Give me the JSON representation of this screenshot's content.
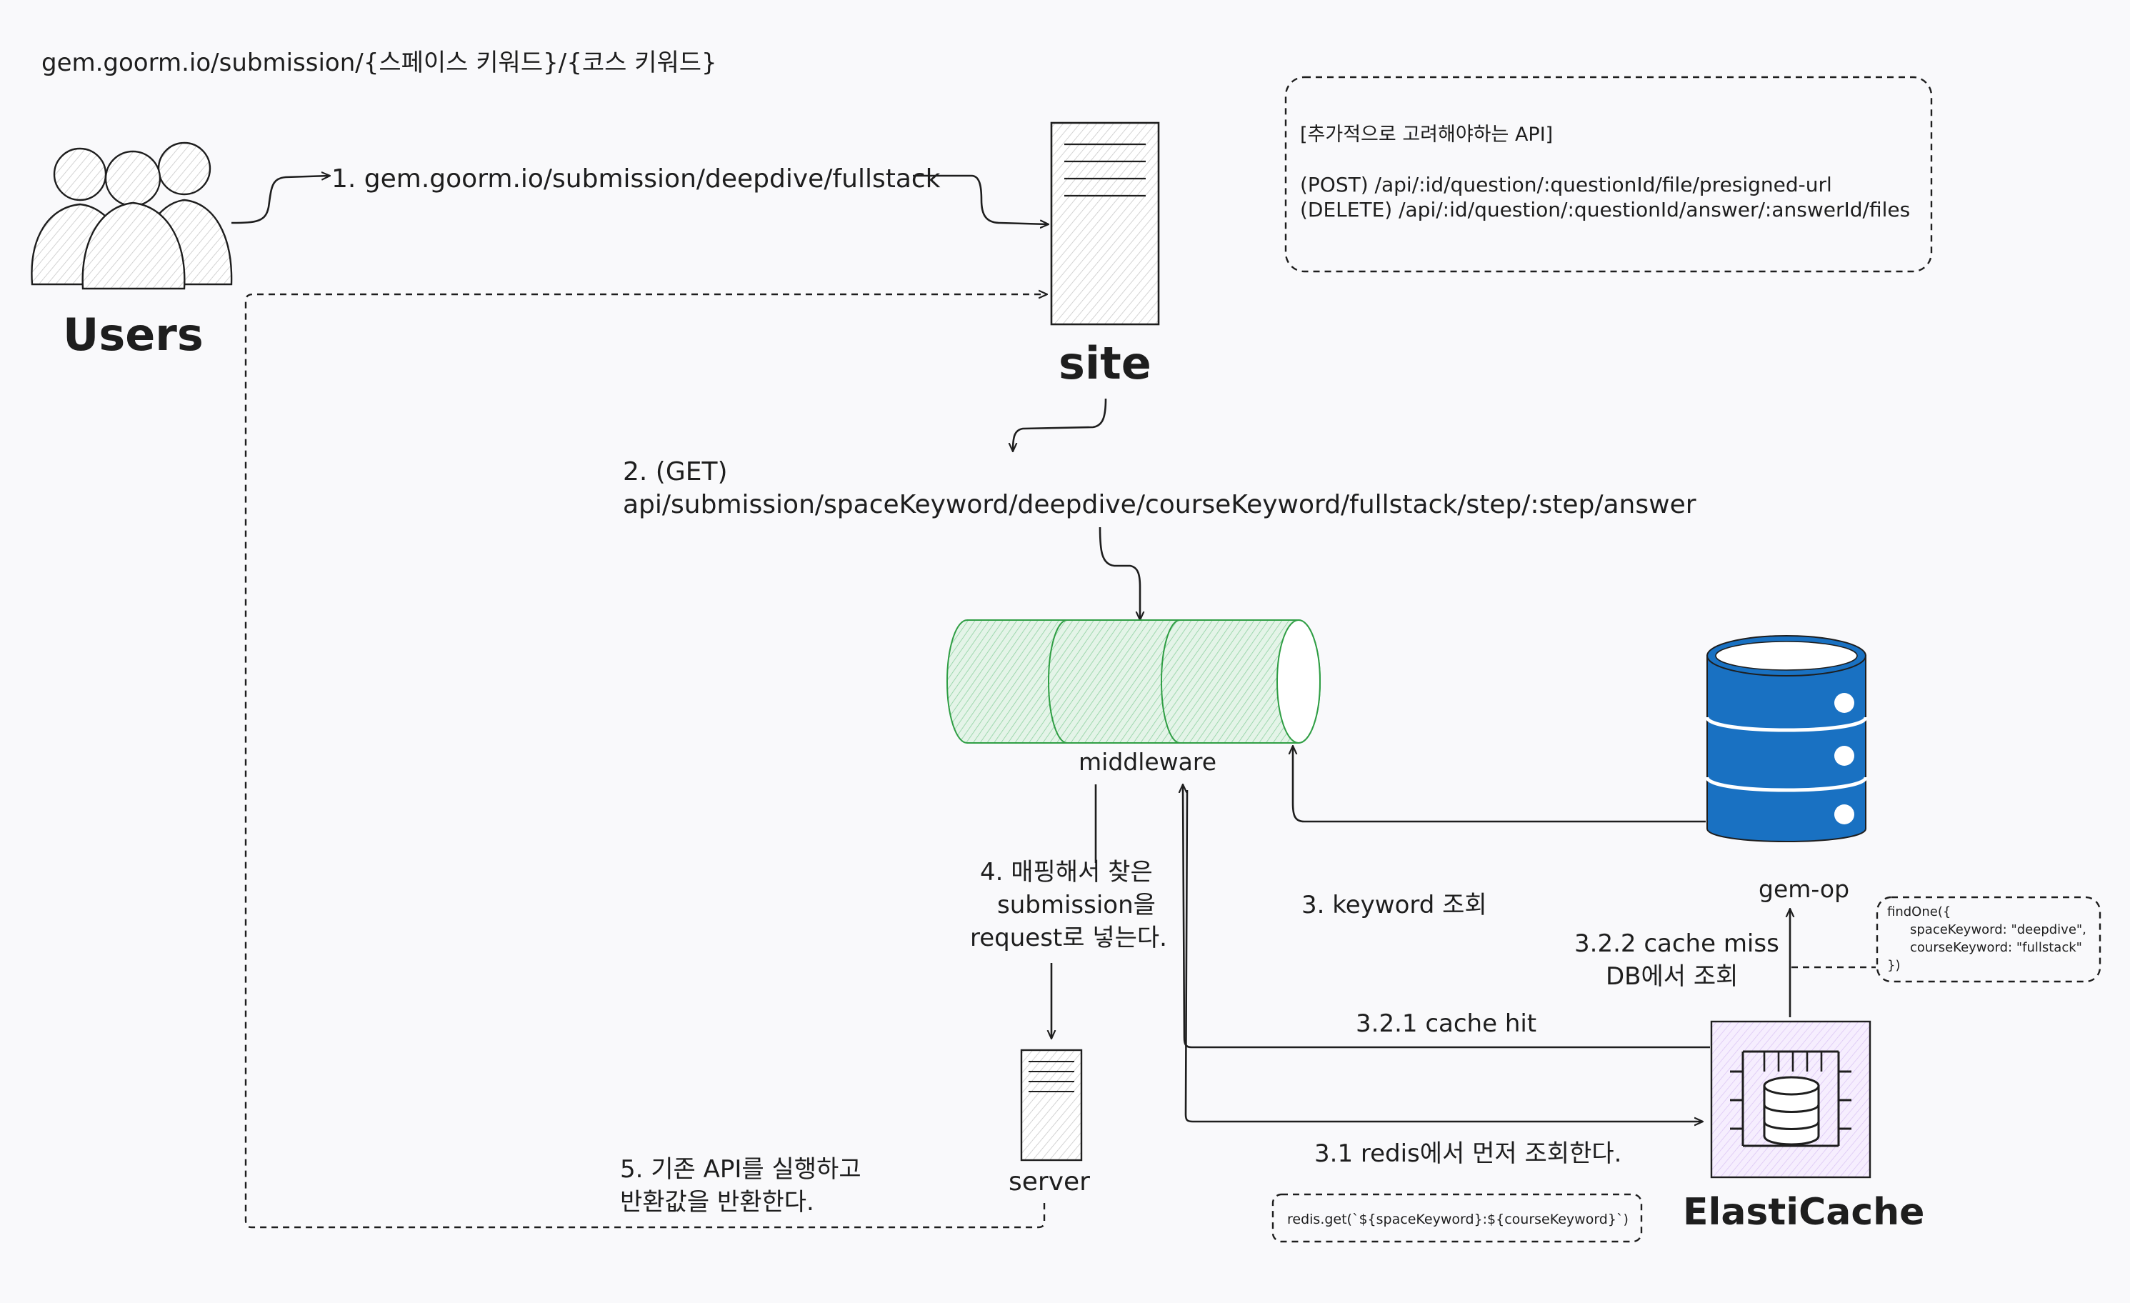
{
  "url_pattern": "gem.goorm.io/submission/{스페이스 키워드}/{코스 키워드}",
  "nodes": {
    "users": "Users",
    "site": "site",
    "middleware": "middleware",
    "server": "server",
    "database": "gem-op",
    "elasticache": "ElastiCache"
  },
  "note_api": {
    "title": "[추가적으로 고려해야하는 API]",
    "line1": "(POST) /api/:id/question/:questionId/file/presigned-url",
    "line2": "(DELETE) /api/:id/question/:questionId/answer/:answerId/files"
  },
  "steps": {
    "step1": "1. gem.goorm.io/submission/deepdive/fullstack",
    "step2_line1": "2. (GET)",
    "step2_line2": "api/submission/spaceKeyword/deepdive/courseKeyword/fullstack/step/:step/answer",
    "step3": "3. keyword 조회",
    "step3_1": "3.1 redis에서 먼저 조회한다.",
    "step3_2_1": "3.2.1 cache hit",
    "step3_2_2_line1": "3.2.2 cache miss",
    "step3_2_2_line2": "DB에서 조회",
    "step4_line1": "4. 매핑해서 찾은",
    "step4_line2": "submission을",
    "step4_line3": "request로 넣는다.",
    "step5_line1": "5. 기존 API를 실행하고",
    "step5_line2": "반환값을 반환한다."
  },
  "code_redis": "redis.get(`${spaceKeyword}:${courseKeyword}`)",
  "code_findone": {
    "line1": "findOne({",
    "line2": "spaceKeyword: \"deepdive\",",
    "line3": "courseKeyword: \"fullstack\"",
    "line4": "})"
  },
  "colors": {
    "ink": "#1e1e1e",
    "middleware_stroke": "#2f9e44",
    "middleware_fill": "#ddf0e2",
    "database_fill": "#1971c2",
    "cache_fill": "#f0e6fb",
    "cache_stroke": "#1e1e1e",
    "background": "#f9f9fb"
  },
  "icons": {
    "users": "users-group-icon",
    "site": "server-rack-icon",
    "server": "server-rack-icon",
    "database": "database-cylinder-icon",
    "elasticache": "elasticache-chip-icon",
    "middleware": "pipe-cylinder-icon"
  }
}
